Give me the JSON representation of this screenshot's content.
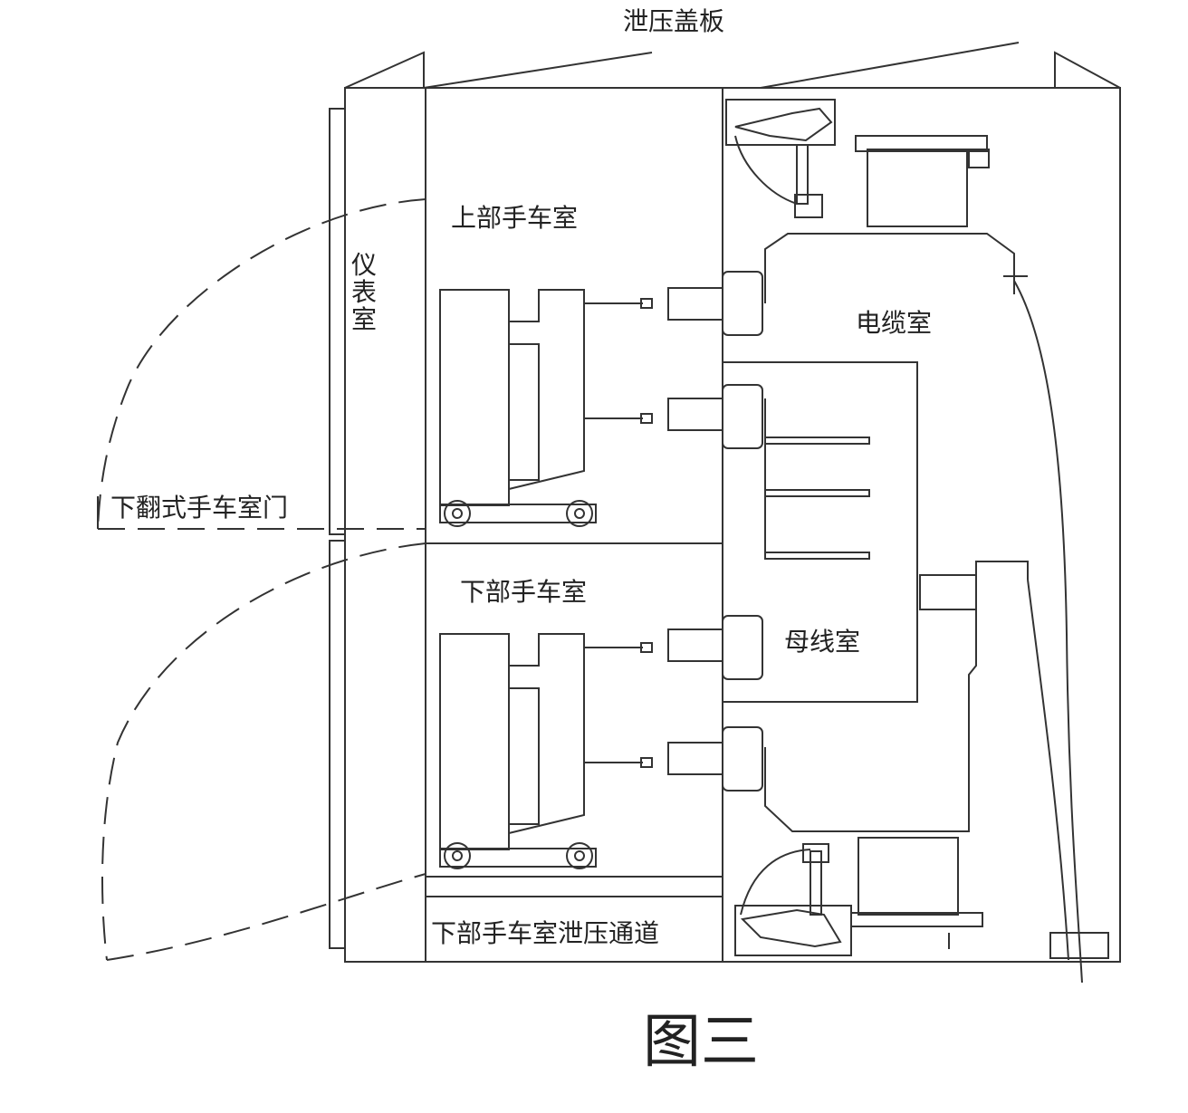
{
  "labels": {
    "relief_cover": "泄压盖板",
    "upper_truck_room": "上部手车室",
    "instrument_room": [
      "仪",
      "表",
      "室"
    ],
    "cable_room": "电缆室",
    "door": "下翻式手车室门",
    "lower_truck_room": "下部手车室",
    "busbar_room": "母线室",
    "relief_channel": "下部手车室泄压通道"
  },
  "caption": "图三",
  "colors": {
    "line": "#333333",
    "text": "#222222",
    "background": "#ffffff"
  }
}
